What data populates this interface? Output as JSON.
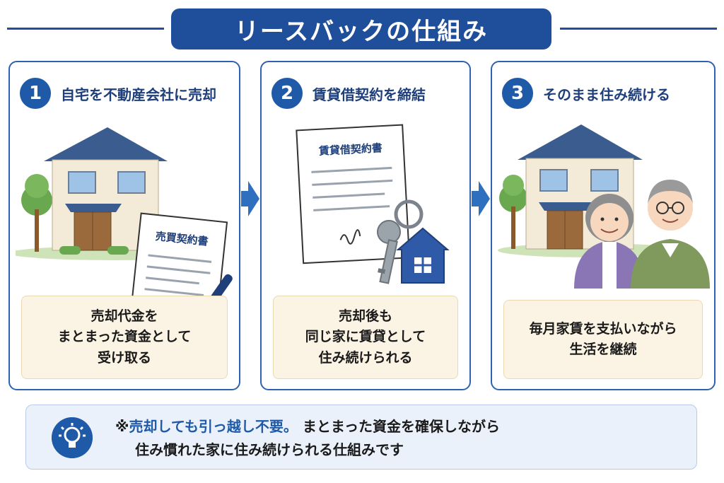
{
  "title": "リースバックの仕組み",
  "colors": {
    "primary": "#1f4e9a",
    "accent": "#2e62b0",
    "desc_bg": "#fbf3e3",
    "note_bg": "#eaf1fb"
  },
  "steps": [
    {
      "number": "1",
      "title": "自宅を不動産会社に売却",
      "document_label": "売買契約書",
      "description": [
        "売却代金を",
        "まとまった資金として",
        "受け取る"
      ],
      "icons": [
        "house-icon",
        "contract-document-icon",
        "pen-icon"
      ]
    },
    {
      "number": "2",
      "title": "賃貸借契約を締結",
      "document_label": "賃貸借契約書",
      "description": [
        "売却後も",
        "同じ家に賃貸として",
        "住み続けられる"
      ],
      "icons": [
        "lease-document-icon",
        "key-icon",
        "house-keychain-icon"
      ]
    },
    {
      "number": "3",
      "title": "そのまま住み続ける",
      "description": [
        "毎月家賃を支払いながら",
        "生活を継続"
      ],
      "icons": [
        "house-icon",
        "elderly-couple-icon"
      ]
    }
  ],
  "note": {
    "icon": "lightbulb-icon",
    "prefix": "※",
    "highlight1": "売却しても",
    "highlight2": "引っ越し不要。",
    "line1_rest": "まとまった資金を確保しながら",
    "line2": "住み慣れた家に住み続けられる仕組みです"
  }
}
